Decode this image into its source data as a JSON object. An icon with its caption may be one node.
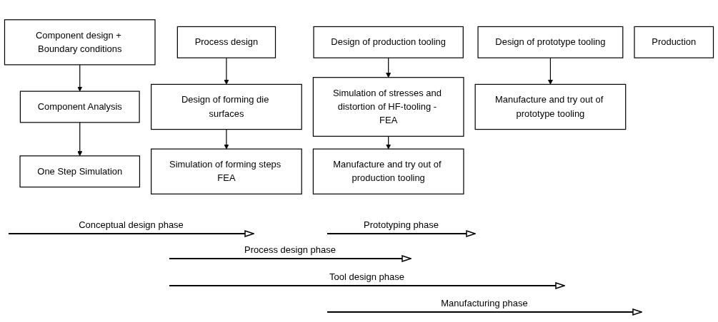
{
  "diagram": {
    "nodes": [
      {
        "text": [
          "Component design + Boundary conditions"
        ]
      },
      {
        "text": [
          "Process design"
        ]
      },
      {
        "text": [
          "Design of prototype tooling"
        ]
      },
      {
        "text": [
          "Design of production tooling"
        ]
      },
      {
        "text": [
          "Component Analysis"
        ]
      },
      {
        "text": [
          "Design of forming die surfaces"
        ]
      },
      {
        "text": [
          "One Step Simulation"
        ]
      },
      {
        "text": [
          "Simulation of forming steps FEA"
        ]
      },
      {
        "text": [
          "Simulation of stresses and distortion of HF-tooling - FEA"
        ]
      },
      {
        "text": [
          "Manufacture and try out of prototype tooling"
        ]
      },
      {
        "text": [
          "Manufacture and try out of production tooling"
        ]
      },
      {
        "text": [
          "Production"
        ]
      }
    ],
    "edges": [
      {
        "from": 0,
        "to": 4,
        "arrow": "to"
      },
      {
        "from": 4,
        "to": 6,
        "arrow": "to"
      },
      {
        "from": 1,
        "to": 5,
        "arrow": "to"
      },
      {
        "from": 5,
        "to": 7,
        "arrow": "to"
      },
      {
        "from": 2,
        "to": 9,
        "arrow": "to"
      },
      {
        "from": 3,
        "to": 8,
        "arrow": "to"
      },
      {
        "from": 8,
        "to": 10,
        "arrow": "to"
      }
    ],
    "labels": [
      "Conceptual design phase",
      "Prototyping phase",
      "Process design phase",
      "Tool design phase",
      "Manufacturing phase"
    ]
  }
}
